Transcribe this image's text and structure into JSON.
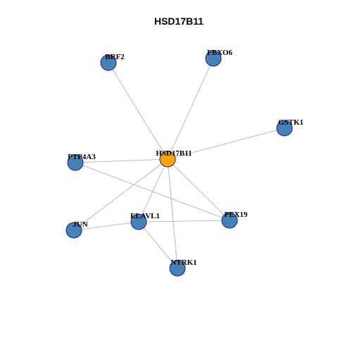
{
  "graph": {
    "title": "HSD17B11",
    "colors": {
      "center": "#FFA500",
      "node": "#4682B4",
      "node_border": "#1A1AA0",
      "edge": "#AAAAAA"
    },
    "nodes": [
      {
        "id": "HSD17B11",
        "label": "HSD17B11",
        "role": "center"
      },
      {
        "id": "BRF2",
        "label": "BRF2",
        "role": "neighbor"
      },
      {
        "id": "FBXO6",
        "label": "FBXO6",
        "role": "neighbor"
      },
      {
        "id": "GSTK1",
        "label": "GSTK1",
        "role": "neighbor"
      },
      {
        "id": "PTP4A3",
        "label": "PTP4A3",
        "role": "neighbor"
      },
      {
        "id": "JUN",
        "label": "JUN",
        "role": "neighbor"
      },
      {
        "id": "ELAVL1",
        "label": "ELAVL1",
        "role": "neighbor"
      },
      {
        "id": "PEX19",
        "label": "PEX19",
        "role": "neighbor"
      },
      {
        "id": "NTRK1",
        "label": "NTRK1",
        "role": "neighbor"
      }
    ],
    "edges": [
      [
        "HSD17B11",
        "BRF2"
      ],
      [
        "HSD17B11",
        "FBXO6"
      ],
      [
        "HSD17B11",
        "GSTK1"
      ],
      [
        "HSD17B11",
        "PTP4A3"
      ],
      [
        "HSD17B11",
        "JUN"
      ],
      [
        "HSD17B11",
        "ELAVL1"
      ],
      [
        "HSD17B11",
        "PEX19"
      ],
      [
        "HSD17B11",
        "NTRK1"
      ],
      [
        "PTP4A3",
        "PEX19"
      ],
      [
        "JUN",
        "ELAVL1"
      ],
      [
        "ELAVL1",
        "PEX19"
      ],
      [
        "ELAVL1",
        "NTRK1"
      ]
    ]
  }
}
